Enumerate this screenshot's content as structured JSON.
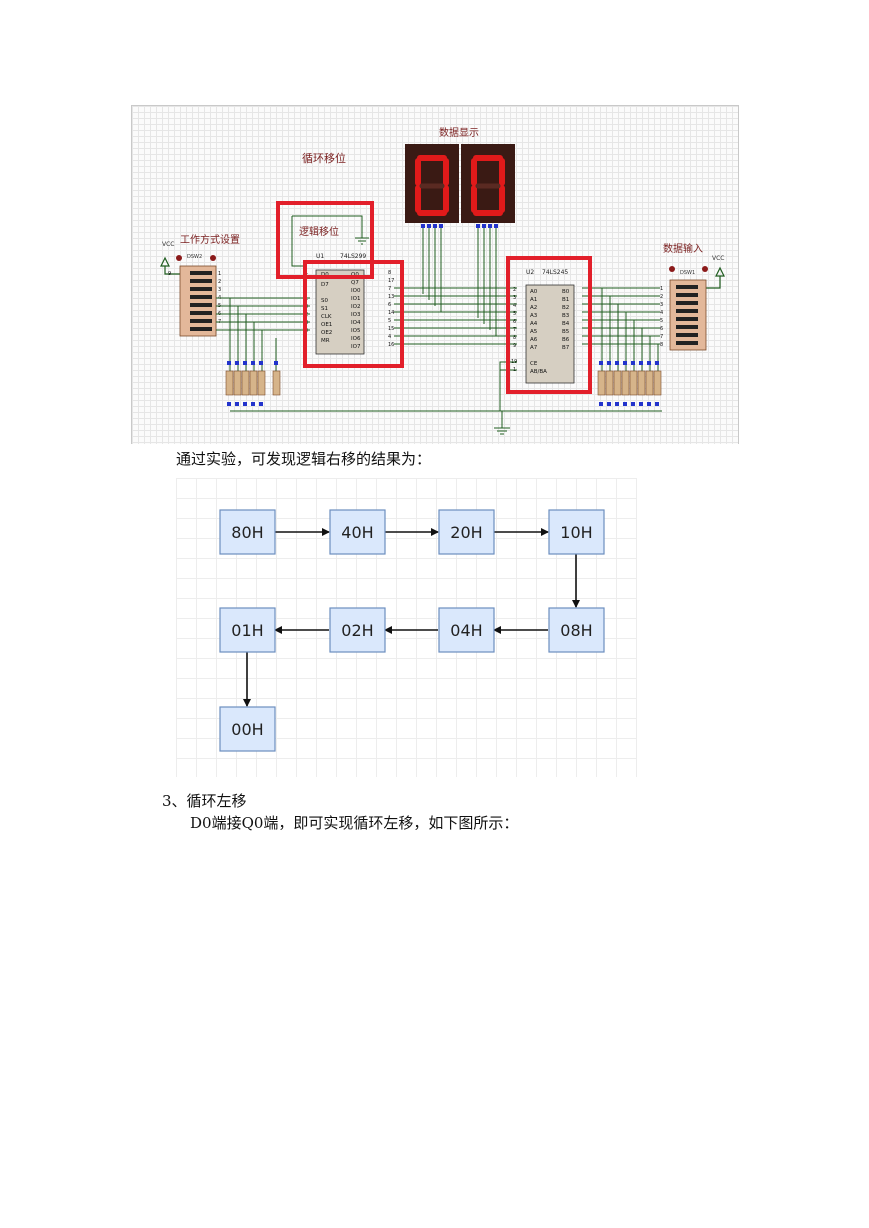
{
  "circuit": {
    "labels": {
      "data_display": "数据显示",
      "cyclic_shift": "循环移位",
      "logic_shift": "逻辑移位",
      "mode_setting": "工作方式设置",
      "data_input": "数据输入",
      "vcc": "VCC",
      "dsw2": "DSW2",
      "dsw1": "DSW1"
    },
    "display_digits": [
      "0",
      "0"
    ],
    "u1": {
      "ref": "U1",
      "part": "74LS299",
      "left_pins": [
        {
          "num": "1",
          "name": "D0"
        },
        {
          "num": "",
          "name": "D7"
        },
        {
          "num": "1",
          "name": "S0"
        },
        {
          "num": "9",
          "name": "S1"
        },
        {
          "num": "2",
          "name": "CLK"
        },
        {
          "num": "3",
          "name": "OE1"
        },
        {
          "num": "9",
          "name": "OE2"
        },
        {
          "num": "",
          "name": "MR"
        }
      ],
      "right_pins": [
        {
          "num": "8",
          "name": "Q0"
        },
        {
          "num": "17",
          "name": "Q7"
        },
        {
          "num": "7",
          "name": "IO0"
        },
        {
          "num": "13",
          "name": "IO1"
        },
        {
          "num": "6",
          "name": "IO2"
        },
        {
          "num": "14",
          "name": "IO3"
        },
        {
          "num": "5",
          "name": "IO4"
        },
        {
          "num": "15",
          "name": "IO5"
        },
        {
          "num": "4",
          "name": "IO6"
        },
        {
          "num": "16",
          "name": "IO7"
        }
      ]
    },
    "u2": {
      "ref": "U2",
      "part": "74LS245",
      "left_pins": [
        {
          "num": "2",
          "name": "A0"
        },
        {
          "num": "3",
          "name": "A1"
        },
        {
          "num": "4",
          "name": "A2"
        },
        {
          "num": "5",
          "name": "A3"
        },
        {
          "num": "6",
          "name": "A4"
        },
        {
          "num": "7",
          "name": "A5"
        },
        {
          "num": "8",
          "name": "A6"
        },
        {
          "num": "9",
          "name": "A7"
        },
        {
          "num": "19",
          "name": "CE"
        },
        {
          "num": "1",
          "name": "AB/BA"
        }
      ],
      "right_pins": [
        "B0",
        "B1",
        "B2",
        "B3",
        "B4",
        "B5",
        "B6",
        "B7"
      ]
    },
    "dsw_left_pins": [
      "9",
      "1",
      "2",
      "3",
      "4",
      "5",
      "6",
      "7"
    ],
    "dsw_right_pins": [
      "1",
      "2",
      "3",
      "4",
      "5",
      "6",
      "7",
      "8"
    ]
  },
  "intro_text": "通过实验，可发现逻辑右移的结果为：",
  "flow": {
    "row1": [
      "80H",
      "40H",
      "20H",
      "10H"
    ],
    "row2": [
      "01H",
      "02H",
      "04H",
      "08H"
    ],
    "row3": [
      "00H"
    ],
    "box_fill": "#dae8fc",
    "box_stroke": "#6c8ebf"
  },
  "section_heading": "3、循环左移",
  "section_text": "D0端接Q0端，即可实现循环左移，如下图所示："
}
